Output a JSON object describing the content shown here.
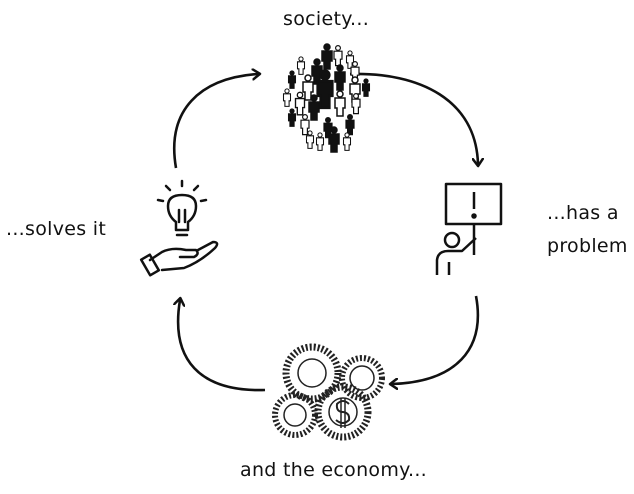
{
  "labels": {
    "top": "society...",
    "right_line1": "...has a",
    "right_line2": "problem",
    "bottom": "and the economy...",
    "left": "...solves it"
  },
  "icons": {
    "top": "crowd-icon",
    "right": "person-with-alert-sign-icon",
    "bottom": "gears-dollar-icon",
    "left": "lightbulb-hand-icon"
  },
  "colors": {
    "ink": "#111111",
    "background": "#ffffff"
  }
}
